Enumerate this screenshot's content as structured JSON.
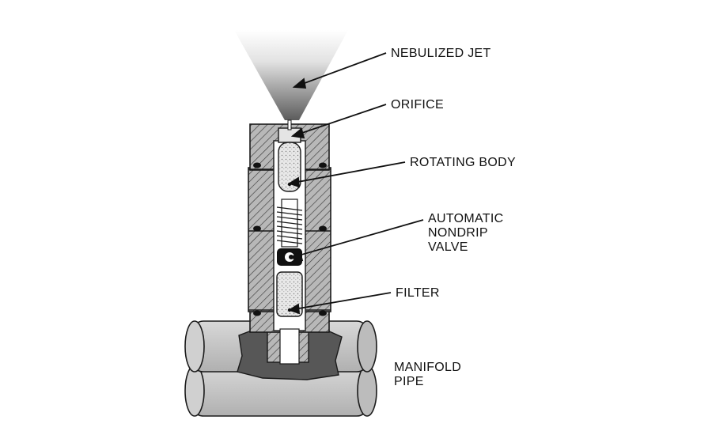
{
  "diagram": {
    "labels": {
      "nebulized_jet": "NEBULIZED JET",
      "orifice": "ORIFICE",
      "rotating_body": "ROTATING BODY",
      "valve_line1": "AUTOMATIC",
      "valve_line2": "NONDRIP",
      "valve_line3": "VALVE",
      "filter": "FILTER",
      "pipe_line1": "MANIFOLD",
      "pipe_line2": "PIPE"
    },
    "colors": {
      "outline": "#1a1a1a",
      "body_fill": "#b4b4b4",
      "pipe_fill": "#c8c8c8",
      "cavity_fill": "#555555",
      "jet_top": "#ffffff",
      "jet_bottom": "#6a6a6a"
    }
  }
}
